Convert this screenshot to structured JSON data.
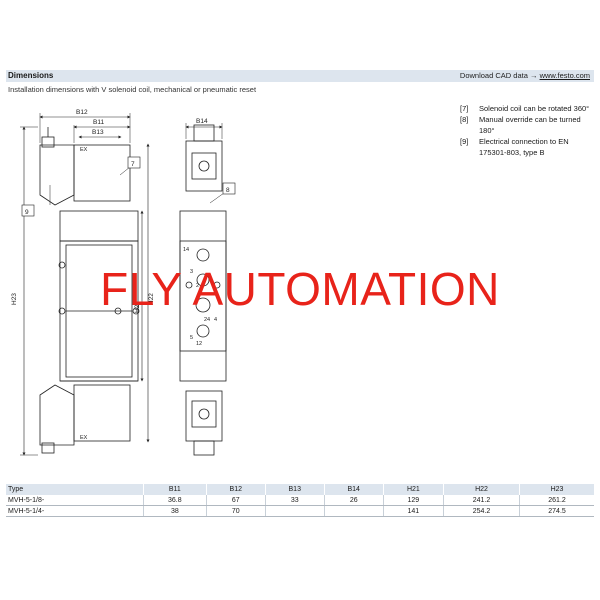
{
  "header": {
    "title": "Dimensions",
    "subtitle": "Installation dimensions with V solenoid coil, mechanical or pneumatic reset",
    "cad_text": "Download CAD data →",
    "cad_link": "www.festo.com"
  },
  "notes": [
    {
      "num": "[7]",
      "text": "Solenoid coil can be rotated 360°"
    },
    {
      "num": "[8]",
      "text": "Manual override can be turned 180°"
    },
    {
      "num": "[9]",
      "text": "Electrical connection to EN 175301-803, type B"
    }
  ],
  "drawing": {
    "dim_b12": "B12",
    "dim_b11": "B11",
    "dim_b13": "B13",
    "dim_b14": "B14",
    "dim_h23": "H23",
    "dim_h22": "H22",
    "dim_h21": "H21",
    "callout_7": "7",
    "callout_8": "8",
    "callout_9": "9",
    "port_14": "14",
    "port_12": "12",
    "port_24": "24",
    "port_3": "3",
    "port_5": "5",
    "port_2": "2",
    "port_4": "4",
    "badge_top": "EX",
    "badge_bottom": "EX"
  },
  "watermark": "FLY AUTOMATION",
  "table": {
    "headers": [
      "Type",
      "B11",
      "B12",
      "B13",
      "B14",
      "H21",
      "H22",
      "H23"
    ],
    "rows": [
      [
        "MVH-5-1/8-",
        "36.8",
        "67",
        "33",
        "26",
        "129",
        "241.2",
        "261.2"
      ],
      [
        "MVH-5-1/4-",
        "38",
        "70",
        "",
        "",
        "141",
        "254.2",
        "274.5"
      ]
    ]
  }
}
